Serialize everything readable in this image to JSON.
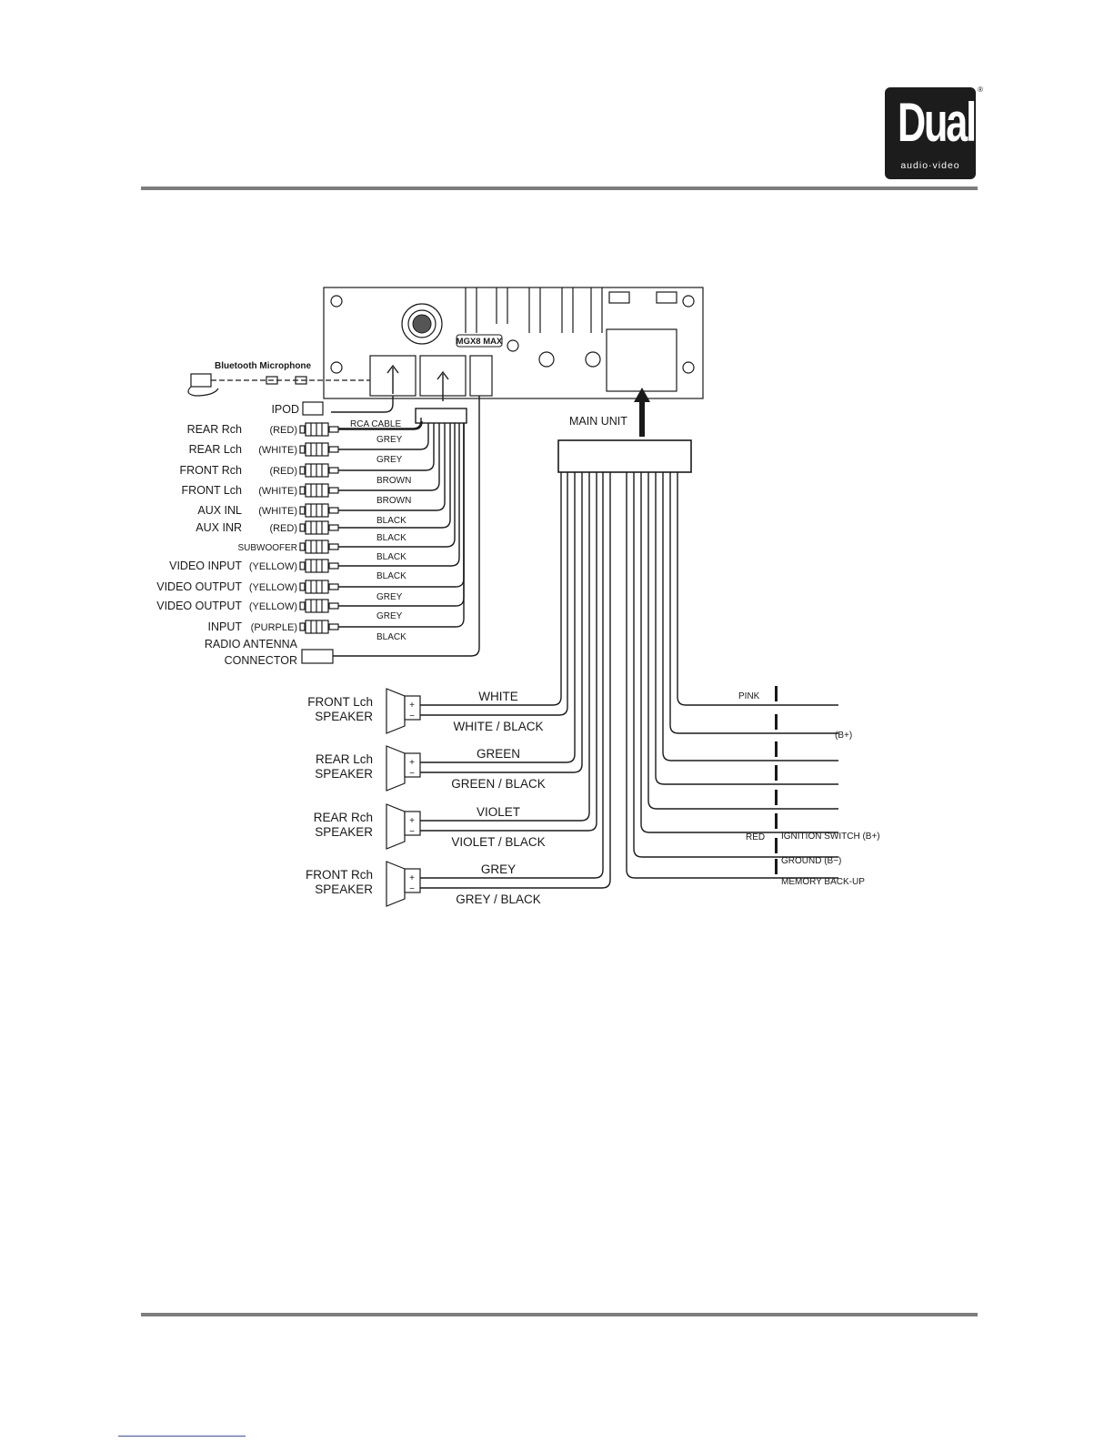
{
  "brand": {
    "name": "Dual",
    "tagline": "audio·video",
    "registered": "®"
  },
  "unit": {
    "model_badge": "MGX8 MAX",
    "main_unit_label": "MAIN UNIT"
  },
  "bluetooth": {
    "label": "Bluetooth Microphone"
  },
  "left_connections": [
    {
      "label": "IPOD",
      "color_note": "",
      "cable": "RCA CABLE"
    },
    {
      "label": "REAR Rch",
      "color_note": "(RED)",
      "cable": "GREY"
    },
    {
      "label": "REAR Lch",
      "color_note": "(WHITE)",
      "cable": "GREY"
    },
    {
      "label": "FRONT Rch",
      "color_note": "(RED)",
      "cable": "BROWN"
    },
    {
      "label": "FRONT Lch",
      "color_note": "(WHITE)",
      "cable": "BROWN"
    },
    {
      "label": "AUX INL",
      "color_note": "(WHITE)",
      "cable": "BLACK"
    },
    {
      "label": "AUX INR",
      "color_note": "(RED)",
      "cable": "BLACK"
    },
    {
      "label": "SUBWOOFER",
      "color_note": "",
      "cable": "BLACK"
    },
    {
      "label": "VIDEO  INPUT",
      "color_note": "(YELLOW)",
      "cable": "BLACK"
    },
    {
      "label": "VIDEO  OUTPUT",
      "color_note": "(YELLOW)",
      "cable": "GREY"
    },
    {
      "label": "VIDEO  OUTPUT",
      "color_note": "(YELLOW)",
      "cable": "GREY"
    },
    {
      "label": "INPUT",
      "color_note": "(PURPLE)",
      "cable": "BLACK"
    }
  ],
  "antenna": {
    "line1": "RADIO ANTENNA",
    "line2": "CONNECTOR"
  },
  "speakers": [
    {
      "line1": "FRONT Lch",
      "line2": "SPEAKER",
      "plus_wire": "WHITE",
      "minus_wire": "WHITE / BLACK"
    },
    {
      "line1": "REAR  Lch",
      "line2": "SPEAKER",
      "plus_wire": "GREEN",
      "minus_wire": "GREEN / BLACK"
    },
    {
      "line1": "REAR  Rch",
      "line2": "SPEAKER",
      "plus_wire": "VIOLET",
      "minus_wire": "VIOLET / BLACK"
    },
    {
      "line1": "FRONT  Rch",
      "line2": "SPEAKER",
      "plus_wire": "GREY",
      "minus_wire": "GREY / BLACK"
    }
  ],
  "speaker_symbols": {
    "plus": "+",
    "minus": "−"
  },
  "power_wires": {
    "pink": "PINK",
    "b_plus": "(B+)",
    "red": "RED",
    "ignition": "IGNITION SWITCH (B+)",
    "ground": "GROUND (B−)",
    "memory": "MEMORY  BACK-UP"
  }
}
